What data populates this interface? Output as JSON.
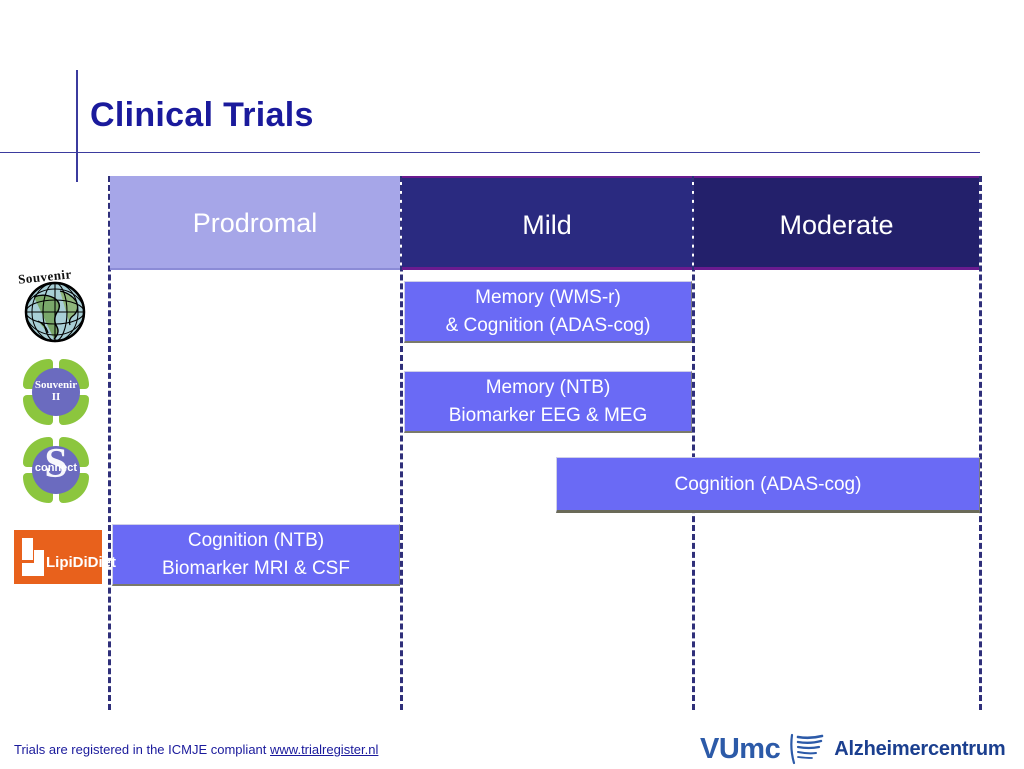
{
  "slide": {
    "title": "Clinical Trials"
  },
  "table": {
    "stages": [
      {
        "label": "Prodromal",
        "color": "#a6a6e8"
      },
      {
        "label": "Mild",
        "color": "#2a2a80"
      },
      {
        "label": "Moderate",
        "color": "#23206b"
      }
    ],
    "box_color": "#6a6af5",
    "measures": [
      {
        "id": "mild-assessment-1",
        "stage": "Mild",
        "lines": [
          "Memory (WMS-r)",
          "& Cognition (ADAS-cog)"
        ]
      },
      {
        "id": "mild-assessment-2",
        "stage": "Mild",
        "lines": [
          "Memory (NTB)",
          "Biomarker EEG & MEG"
        ]
      },
      {
        "id": "mild-moderate-assessment",
        "stage": "Mild-Moderate",
        "lines": [
          "Cognition (ADAS-cog)"
        ]
      },
      {
        "id": "prodromal-assessment",
        "stage": "Prodromal",
        "lines": [
          "Cognition (NTB)",
          "Biomarker MRI & CSF"
        ]
      }
    ]
  },
  "logos": [
    {
      "id": "souvenir",
      "name": "souvenir-logo",
      "word": "Souvenir"
    },
    {
      "id": "souvenir2",
      "name": "souvenir-ii-logo",
      "line1": "Souvenir",
      "line2": "II"
    },
    {
      "id": "sconnect",
      "name": "s-connect-logo",
      "letter": "S",
      "word": "connect"
    },
    {
      "id": "lipididiet",
      "name": "lipididiet-logo",
      "word_lipi": "L",
      "word_rest": "IPI",
      "word_di": "D",
      "word_i": "I",
      "word_diet_d": "D",
      "word_iet": "IET"
    }
  ],
  "lipididiet": {
    "full": "LipiDiDiet",
    "background": "#e8611c"
  },
  "footer": {
    "note_prefix": "Trials are registered in the ICMJE compliant ",
    "link": "www.trialregister.nl",
    "brand": "VUmc",
    "brand_sub": "Alzheimercentrum"
  }
}
